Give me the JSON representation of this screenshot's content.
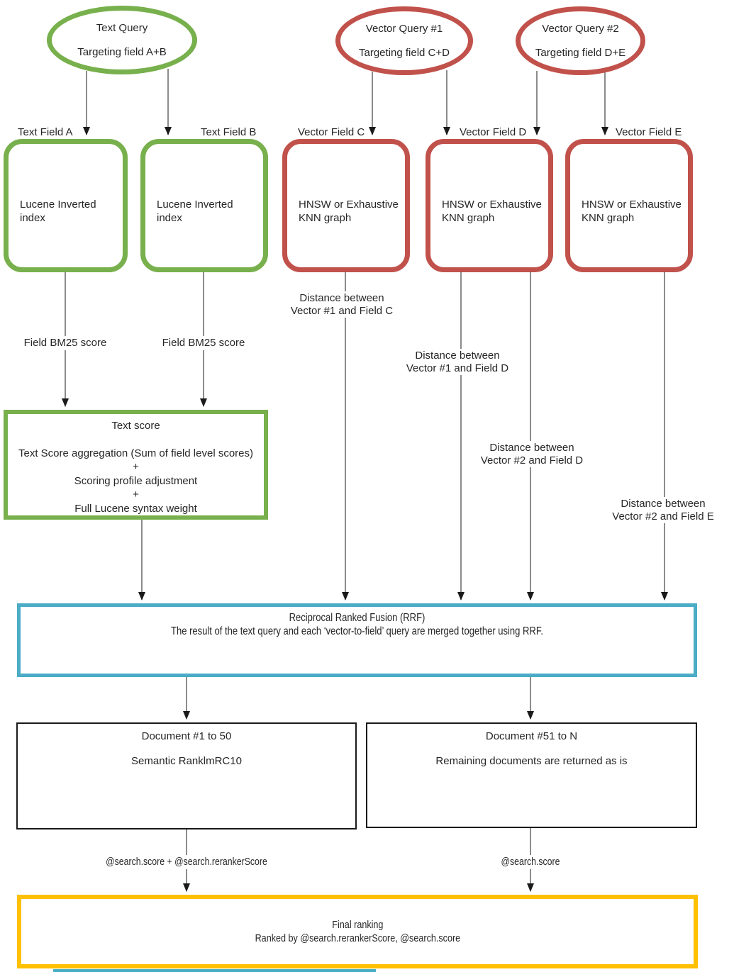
{
  "colors": {
    "green": "#77B04C",
    "red": "#C1514B",
    "blue": "#4BACC6",
    "yellow": "#FFC000",
    "line": "#4d4d4d",
    "text": "#262626"
  },
  "queries": [
    {
      "title": "Text Query",
      "subtitle": "Targeting field A+B"
    },
    {
      "title": "Vector Query #1",
      "subtitle": "Targeting field C+D"
    },
    {
      "title": "Vector Query #2",
      "subtitle": "Targeting field D+E"
    }
  ],
  "fields": [
    {
      "label": "Text Field A",
      "content": "Lucene Inverted index"
    },
    {
      "label": "Text Field B",
      "content": "Lucene Inverted index"
    },
    {
      "label": "Vector Field C",
      "content": "HNSW or Exhaustive KNN graph"
    },
    {
      "label": "Vector Field D",
      "content": "HNSW or Exhaustive KNN graph"
    },
    {
      "label": "Vector Field E",
      "content": "HNSW or Exhaustive KNN graph"
    }
  ],
  "edge_labels": {
    "bm25": [
      "Field BM25 score",
      "Field BM25 score"
    ],
    "distances": [
      {
        "line1": "Distance between",
        "line2": "Vector #1 and Field C"
      },
      {
        "line1": "Distance between",
        "line2": "Vector #1 and Field D"
      },
      {
        "line1": "Distance between",
        "line2": "Vector #2 and Field D"
      },
      {
        "line1": "Distance between",
        "line2": "Vector #2 and Field E"
      }
    ],
    "scores": [
      "@search.score + @search.rerankerScore",
      "@search.score"
    ]
  },
  "text_score_box": {
    "title": "Text score",
    "lines": [
      "Text Score aggregation (Sum of field level scores)",
      "+",
      "Scoring profile adjustment",
      "+",
      "Full Lucene syntax weight"
    ]
  },
  "rrf_box": {
    "title": "Reciprocal Ranked Fusion (RRF)",
    "description": "The result of the text query and each ‘vector-to-field’ query are merged together using RRF."
  },
  "documents": [
    {
      "title": "Document #1 to 50",
      "subtitle": "Semantic RanklmRC10"
    },
    {
      "title": "Document #51 to N",
      "subtitle": "Remaining documents are returned as is"
    }
  ],
  "final_box": {
    "title": "Final ranking",
    "subtitle": "Ranked by @search.rerankerScore, @search.score"
  }
}
